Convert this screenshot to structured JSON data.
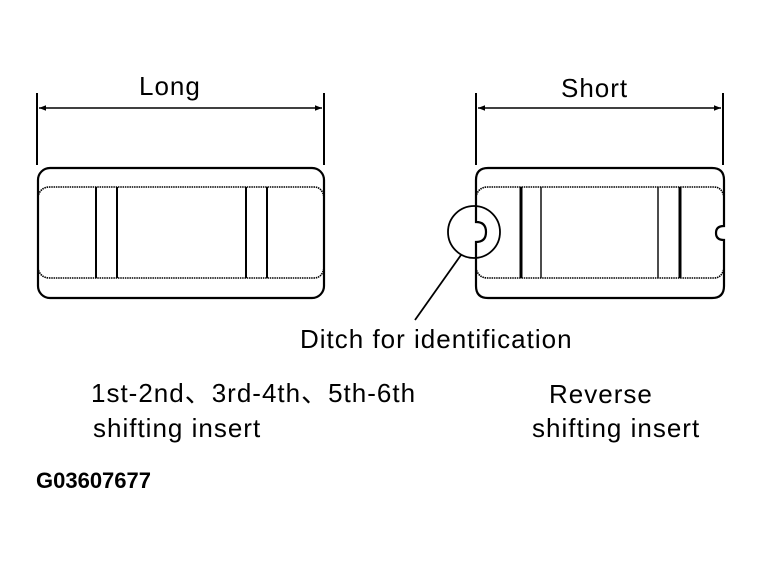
{
  "diagram": {
    "left_part": {
      "dimension_label": "Long",
      "caption_line1": "1st-2nd、3rd-4th、5th-6th",
      "caption_line2": "shifting insert"
    },
    "right_part": {
      "dimension_label": "Short",
      "caption_line1": "Reverse",
      "caption_line2": "shifting insert"
    },
    "callout": {
      "label": "Ditch for identification",
      "icon": "magnifier-circle"
    },
    "figure_code": "G03607677",
    "colors": {
      "line": "#000000",
      "background": "#ffffff"
    }
  }
}
